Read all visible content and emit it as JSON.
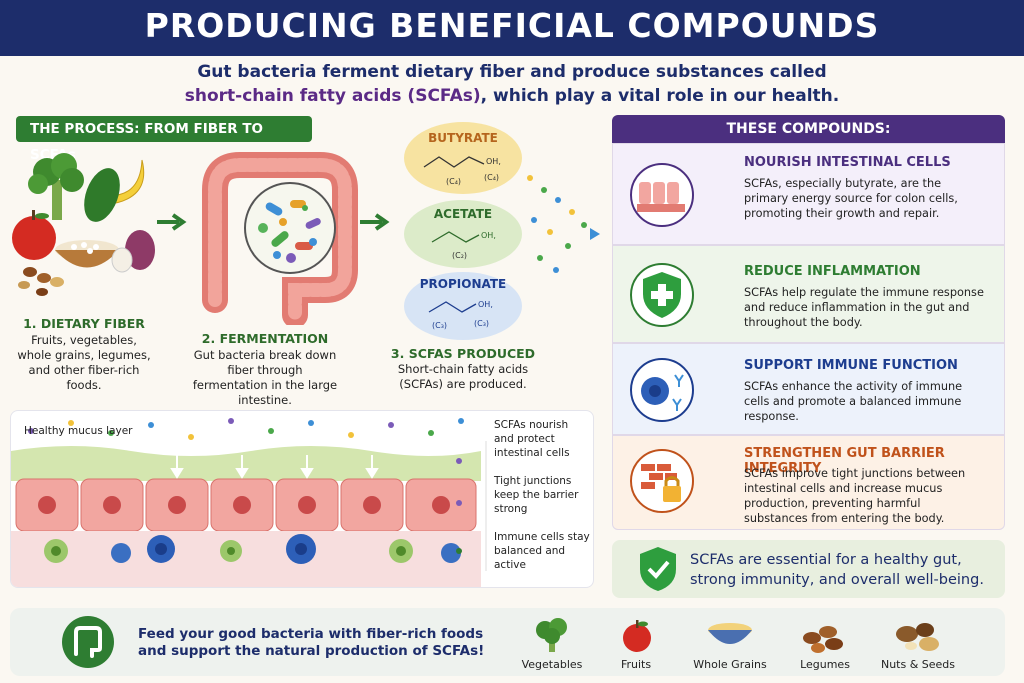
{
  "header": {
    "title": "PRODUCING BENEFICIAL COMPOUNDS"
  },
  "intro": {
    "line1": "Gut bacteria ferment dietary fiber and produce substances called",
    "highlight": "short-chain fatty acids (SCFAs)",
    "line2_rest": ", which play a vital role in our health."
  },
  "process": {
    "heading": "THE PROCESS: FROM FIBER TO SCFAs",
    "steps": [
      {
        "title": "1. DIETARY FIBER",
        "text": "Fruits, vegetables, whole grains, legumes, and other fiber-rich foods."
      },
      {
        "title": "2. FERMENTATION",
        "text": "Gut bacteria break down fiber through fermentation in the large intestine."
      },
      {
        "title": "3. SCFAS PRODUCED",
        "text": "Short-chain fatty acids (SCFAs) are produced."
      }
    ],
    "molecules": [
      {
        "name": "BUTYRATE",
        "labels": [
          "(C₄)",
          "(C₄)"
        ],
        "oh": "OH,",
        "color": "#f7e3a1",
        "title_color": "#b5651d"
      },
      {
        "name": "ACETATE",
        "labels": [
          "(C₂)"
        ],
        "oh": "OH,",
        "color": "#dcebc9",
        "title_color": "#2e6b2b"
      },
      {
        "name": "PROPIONATE",
        "labels": [
          "(C₃)",
          "(C₃)"
        ],
        "oh": "OH,",
        "color": "#d7e4f5",
        "title_color": "#1d3d8f"
      }
    ]
  },
  "gut_section": {
    "mucus_label": "Healthy mucus layer",
    "notes": [
      "SCFAs nourish and protect intestinal cells",
      "Tight junctions keep the barrier strong",
      "Immune cells stay balanced and active"
    ]
  },
  "compounds": {
    "heading": "THESE COMPOUNDS:",
    "cards": [
      {
        "title": "NOURISH INTESTINAL CELLS",
        "text": "SCFAs, especially butyrate, are the primary energy source for colon cells, promoting their growth and repair.",
        "color": "#4b2f7f",
        "bg": "#f4effa",
        "icon": "intestinal-cells-icon"
      },
      {
        "title": "REDUCE INFLAMMATION",
        "text": "SCFAs help regulate the immune response and reduce inflammation in the gut and throughout the body.",
        "color": "#2e7d32",
        "bg": "#eef5ea",
        "icon": "shield-plus-icon"
      },
      {
        "title": "SUPPORT IMMUNE FUNCTION",
        "text": "SCFAs enhance the activity of immune cells and promote a balanced immune response.",
        "color": "#1d3d8f",
        "bg": "#edf2fb",
        "icon": "immune-cell-icon"
      },
      {
        "title": "STRENGTHEN GUT BARRIER INTEGRITY",
        "text": "SCFAs improve tight junctions between intestinal cells and increase mucus production, preventing harmful substances from entering the body.",
        "color": "#c0521b",
        "bg": "#fdf1e6",
        "icon": "brick-lock-icon"
      }
    ]
  },
  "summary": {
    "text": "SCFAs are essential for a healthy gut, strong immunity, and overall well-being."
  },
  "footer": {
    "text": "Feed your good bacteria with fiber-rich foods and support the natural production of SCFAs!",
    "foods": [
      "Vegetables",
      "Fruits",
      "Whole Grains",
      "Legumes",
      "Nuts & Seeds"
    ]
  }
}
